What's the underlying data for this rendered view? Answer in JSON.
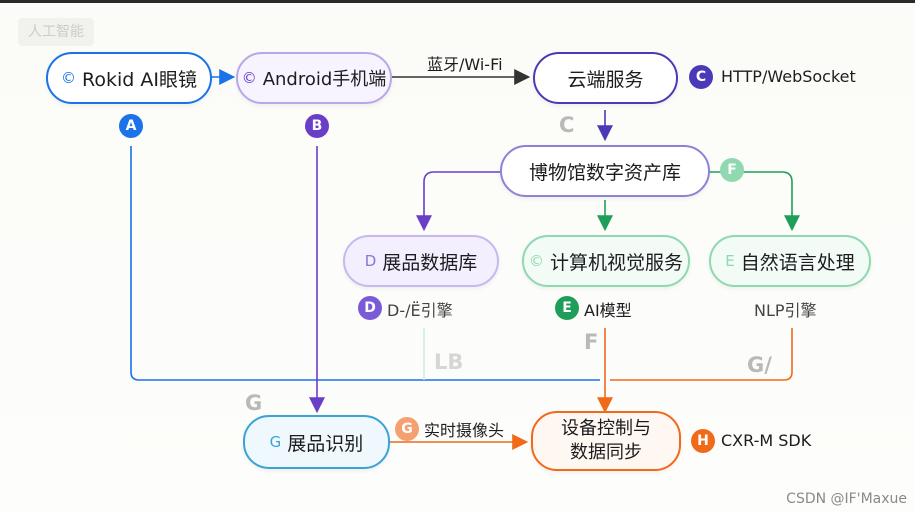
{
  "watermark": "人工智能",
  "nodes": {
    "glasses": {
      "prefix": "©",
      "label": "Rokid AI眼镜"
    },
    "android": {
      "prefix": "©",
      "label": "Android手机端"
    },
    "cloud": {
      "label": "云端服务"
    },
    "museum": {
      "label": "博物馆数字资产库"
    },
    "exhibit_db": {
      "prefix": "D",
      "label": "展品数据库"
    },
    "cv": {
      "prefix": "©",
      "label": "计算机视觉服务"
    },
    "nlp": {
      "prefix": "E",
      "label": "自然语言处理"
    },
    "recognition": {
      "prefix": "G",
      "label": "展品识别"
    },
    "device": {
      "line1": "设备控制与",
      "line2": "数据同步"
    }
  },
  "badges": {
    "a": "A",
    "b": "B",
    "c": "C",
    "d": "D",
    "e": "E",
    "f": "F",
    "g": "G",
    "h": "H"
  },
  "labels": {
    "bluetooth": "蓝牙/Wi-Fi",
    "http": "HTTP/WebSocket",
    "engine_d": "D-/Ё引擎",
    "ai_model": "AI模型",
    "nlp_engine": "NLP引擎",
    "camera": "实时摄像头",
    "sdk": "CXR-M SDK"
  },
  "ghost": {
    "c": "C",
    "lb": "LB",
    "f": "F",
    "g_slash": "G/",
    "g": "G"
  },
  "colors": {
    "blue": "#1a73e8",
    "purple": "#6a3fc7",
    "indigo": "#4a3ab8",
    "green": "#1f9e5a",
    "mint": "#8fd8b0",
    "orange": "#f06a1a",
    "teal": "#3aa3d8"
  },
  "footer": "CSDN @IF'Maxue"
}
